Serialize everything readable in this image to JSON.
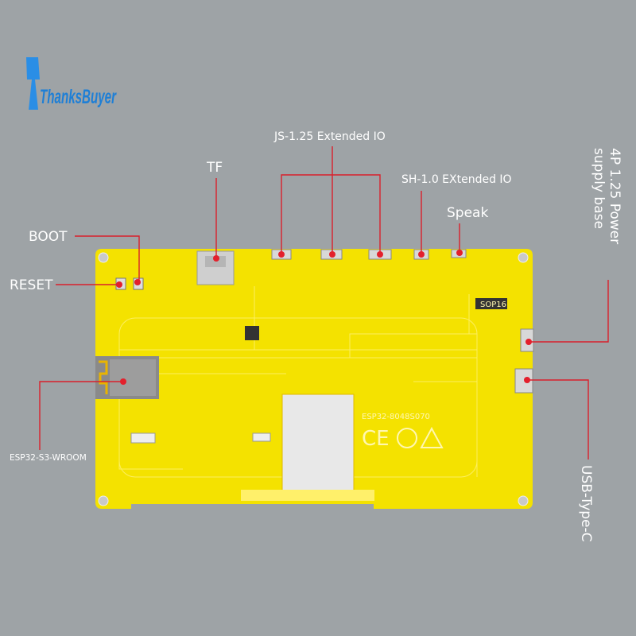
{
  "brand": {
    "name": "ThanksBuyer"
  },
  "board": {
    "model_silkscreen": "ESP32-8048S070",
    "chip_label": "SOP16",
    "color": "#f4e200"
  },
  "labels": {
    "tf": "TF",
    "js_io": "JS-1.25 Extended IO",
    "sh_io": "SH-1.0 EXtended IO",
    "speak": "Speak",
    "boot": "BOOT",
    "reset": "RESET",
    "esp_module": "ESP32-S3-WROOM",
    "power": "4P 1.25 Power supply base",
    "power_line1": "4P 1.25 Power",
    "power_line2": "supply base",
    "usb": "USB-Type-C"
  },
  "colors": {
    "background": "#9ea3a6",
    "callout": "#d9202c"
  }
}
